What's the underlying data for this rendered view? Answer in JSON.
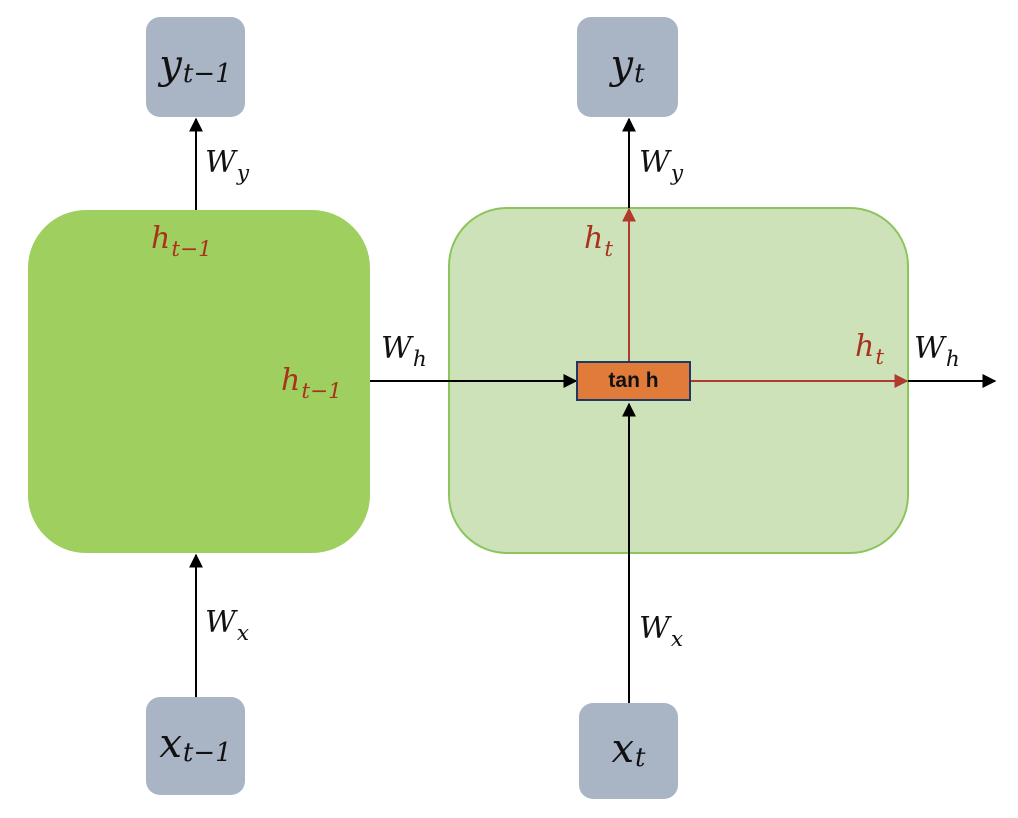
{
  "boxes": {
    "y_prev": {
      "base": "y",
      "sub": "t−1"
    },
    "y_t": {
      "base": "y",
      "sub": "t"
    },
    "x_prev": {
      "base": "x",
      "sub": "t−1"
    },
    "x_t": {
      "base": "x",
      "sub": "t"
    }
  },
  "activation": {
    "label": "tan h"
  },
  "weights": {
    "wy_left": {
      "base": "W",
      "sub": "y"
    },
    "wy_right": {
      "base": "W",
      "sub": "y"
    },
    "wx_left": {
      "base": "W",
      "sub": "x"
    },
    "wx_right": {
      "base": "W",
      "sub": "x"
    },
    "wh_mid": {
      "base": "W",
      "sub": "h"
    },
    "wh_right": {
      "base": "W",
      "sub": "h"
    }
  },
  "hidden": {
    "h_prev_top": {
      "base": "h",
      "sub": "t−1"
    },
    "h_prev_side": {
      "base": "h",
      "sub": "t−1"
    },
    "h_t_up": {
      "base": "h",
      "sub": "t"
    },
    "h_t_right": {
      "base": "h",
      "sub": "t"
    }
  },
  "colors": {
    "cell_prev": "#9fcf5f",
    "cell_curr": "#cde2b9",
    "cell_curr_border": "#8cc55c",
    "io_box": "#a9b4c5",
    "tanh_fill": "#e07b39",
    "tanh_border": "#1f3864",
    "arrow": "#000000",
    "hidden_arrow": "#b03a2e"
  }
}
